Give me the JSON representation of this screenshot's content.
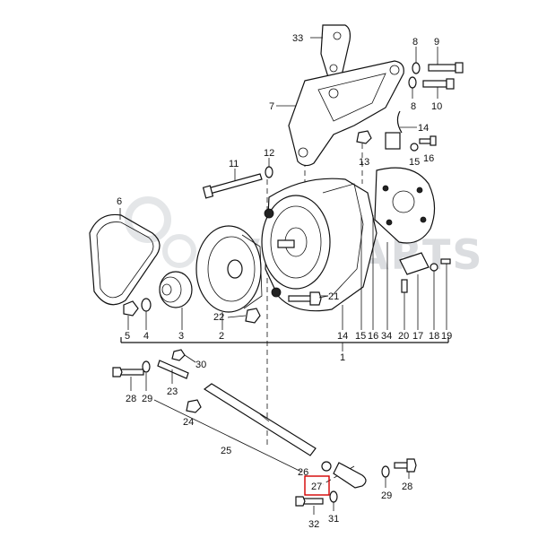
{
  "watermark": {
    "text": "AVTOPARTS"
  },
  "highlight": {
    "part": "27"
  },
  "callouts": {
    "c33": "33",
    "c8a": "8",
    "c9": "9",
    "c8b": "8",
    "c10": "10",
    "c7": "7",
    "c14a": "14",
    "c12": "12",
    "c13": "13",
    "c15a": "15",
    "c16a": "16",
    "c11": "11",
    "c6": "6",
    "c21": "21",
    "c22": "22",
    "c5": "5",
    "c4": "4",
    "c3": "3",
    "c2": "2",
    "c14b": "14",
    "c15b": "15",
    "c16b": "16",
    "c34": "34",
    "c20": "20",
    "c17": "17",
    "c18": "18",
    "c19": "19",
    "c1": "1",
    "c30": "30",
    "c28a": "28",
    "c29a": "29",
    "c23": "23",
    "c24": "24",
    "c25": "25",
    "c26": "26",
    "c27": "27",
    "c29b": "29",
    "c28b": "28",
    "c32": "32",
    "c31": "31"
  }
}
